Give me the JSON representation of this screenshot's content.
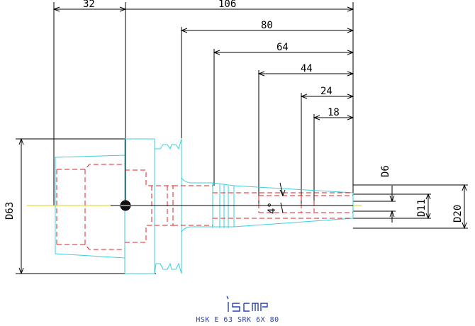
{
  "dimensions": {
    "d32": "32",
    "d106": "106",
    "d80": "80",
    "d64": "64",
    "d44": "44",
    "d24": "24",
    "d18": "18",
    "d6": "D6",
    "d11": "D11",
    "d20": "D20",
    "d63": "D63",
    "angle": "4°"
  },
  "brand": {
    "logo": "iscar"
  },
  "caption": "HSK E 63 SRK 6X 80",
  "colors": {
    "outline": "#3ad0dc",
    "hidden": "#e02020",
    "dimension": "#000000",
    "axis": "#d8d800",
    "brand": "#2540b8"
  }
}
